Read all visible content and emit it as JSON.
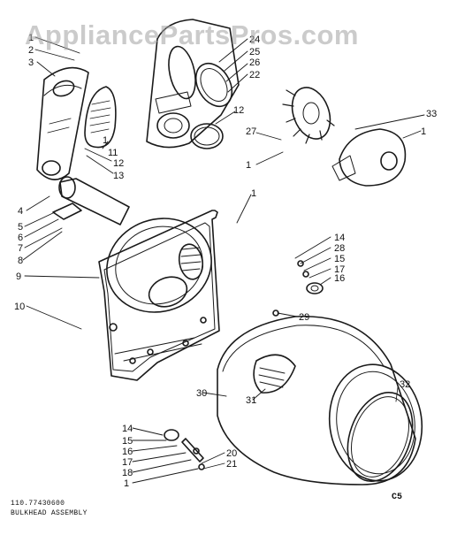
{
  "watermark": "AppliancePartsPros.com",
  "footer": {
    "model": "110.77430600",
    "title": "BULKHEAD ASSEMBLY",
    "code": "C5"
  },
  "callouts": [
    "1",
    "2",
    "3",
    "1",
    "12",
    "13",
    "11",
    "4",
    "5",
    "6",
    "7",
    "8",
    "9",
    "10",
    "1",
    "24",
    "25",
    "26",
    "22",
    "12",
    "27",
    "1",
    "33",
    "1",
    "14",
    "28",
    "15",
    "17",
    "16",
    "29",
    "30",
    "31",
    "32",
    "14",
    "15",
    "16",
    "17",
    "18",
    "1",
    "20",
    "21"
  ],
  "colors": {
    "line": "#1a1a1a",
    "watermark": "#a0a0a0"
  }
}
